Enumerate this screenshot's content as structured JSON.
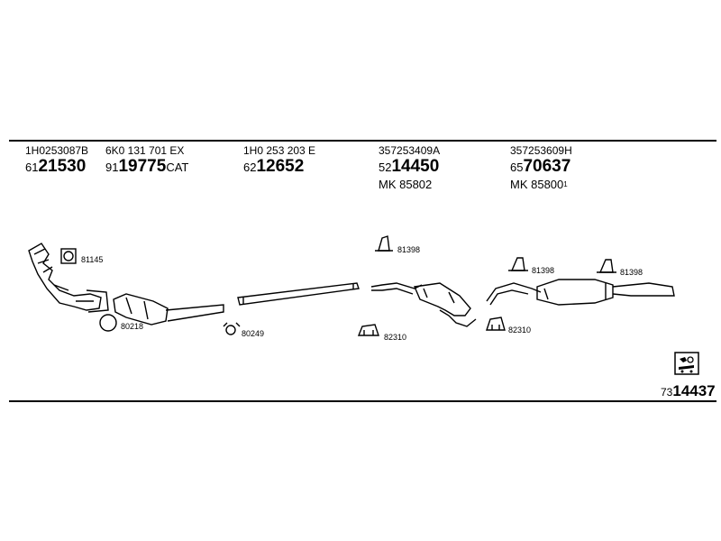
{
  "columns": [
    {
      "oe": "1H0253087B",
      "art_prefix": "61",
      "art_main": "21530",
      "art_suffix": "",
      "mk": "",
      "mk_sup": ""
    },
    {
      "oe": "6K0 131 701 EX",
      "art_prefix": "91",
      "art_main": "19775",
      "art_suffix": "CAT",
      "mk": "",
      "mk_sup": ""
    },
    {
      "oe": "1H0 253 203 E",
      "art_prefix": "62",
      "art_main": "12652",
      "art_suffix": "",
      "mk": "",
      "mk_sup": ""
    },
    {
      "oe": "357253409A",
      "art_prefix": "52",
      "art_main": "14450",
      "art_suffix": "",
      "mk": "MK  85802",
      "mk_sup": ""
    },
    {
      "oe": "357253609H",
      "art_prefix": "65",
      "art_main": "70637",
      "art_suffix": "",
      "mk": "MK  85800",
      "mk_sup": "1"
    }
  ],
  "callouts": {
    "c1": "81145",
    "c2": "80218",
    "c3": "80249",
    "c4": "81398",
    "c5": "82310",
    "c6": "81398",
    "c7": "82310",
    "c8": "81398"
  },
  "footer": {
    "prefix": "73",
    "main": "14437"
  }
}
